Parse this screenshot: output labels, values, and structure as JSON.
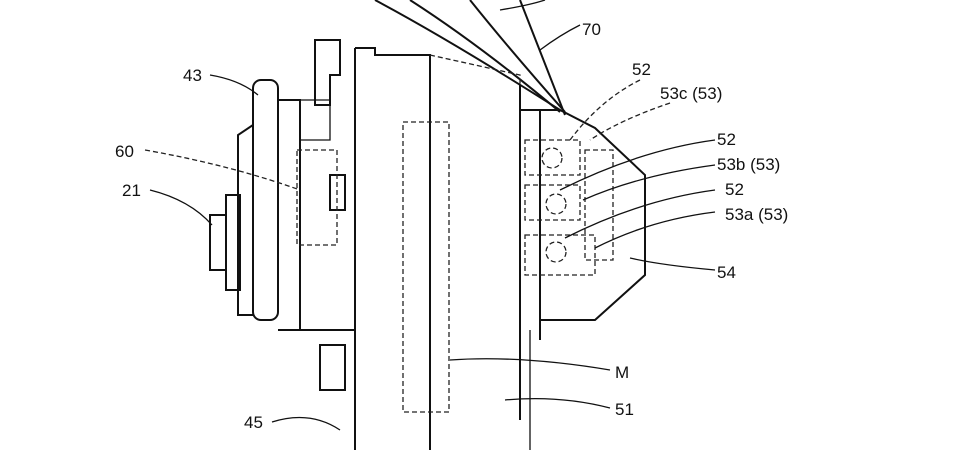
{
  "labels": {
    "l70": "70",
    "l52_top": "52",
    "l53c": "53c (53)",
    "l52_mid": "52",
    "l53b": "53b (53)",
    "l52_low": "52",
    "l53a": "53a (53)",
    "l54": "54",
    "l43": "43",
    "l60": "60",
    "l21": "21",
    "lM": "M",
    "l51": "51",
    "l45": "45"
  }
}
